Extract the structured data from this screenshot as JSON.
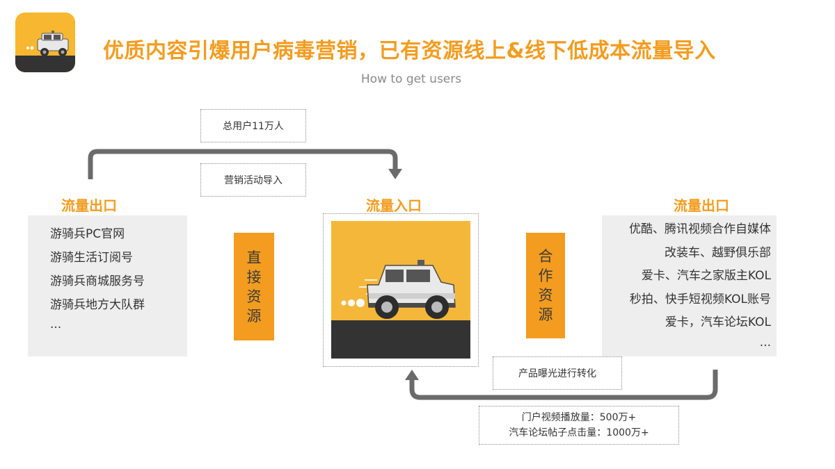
{
  "header": {
    "title": "优质内容引爆用户病毒营销，已有资源线上&线下低成本流量导入",
    "subtitle": "How to get users"
  },
  "flow_top": {
    "label_above": "总用户11万人",
    "label_below": "营销活动导入"
  },
  "left_section": {
    "heading": "流量出口",
    "items": [
      "游骑兵PC官网",
      "游骑生活订阅号",
      "游骑兵商城服务号",
      "游骑兵地方大队群",
      "..."
    ]
  },
  "left_tag": [
    "直",
    "接",
    "资",
    "源"
  ],
  "center_section": {
    "heading": "流量入口"
  },
  "right_tag": [
    "合",
    "作",
    "资",
    "源"
  ],
  "right_section": {
    "heading": "流量出口",
    "items": [
      "优酷、腾讯视频合作自媒体",
      "改装车、越野俱乐部",
      "爱卡、汽车之家版主KOL",
      "秒拍、快手短视频KOL账号",
      "爱卡，汽车论坛KOL",
      "..."
    ]
  },
  "flow_bottom": {
    "label_above": "产品曝光进行转化",
    "label_below_lines": [
      "门户视频播放量：500万+",
      "汽车论坛帖子点击量：1000万+"
    ]
  },
  "colors": {
    "accent": "#f39c1f",
    "panel": "#eeeeee",
    "arrow": "#6b6b6b",
    "road": "#333333"
  },
  "icons": {
    "logo": "suv-car-icon",
    "center": "suv-car-illustration"
  }
}
